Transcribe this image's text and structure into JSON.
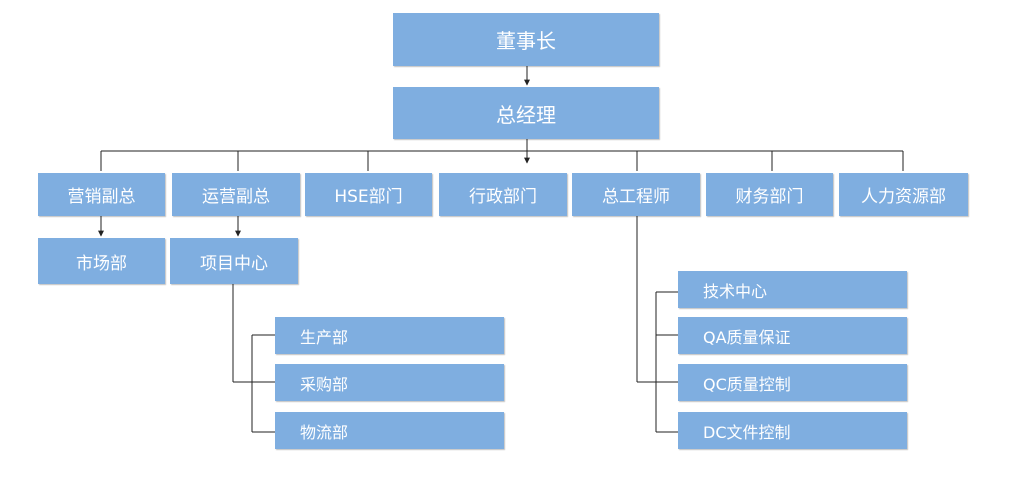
{
  "colors": {
    "box_fill": "#7faee0",
    "box_text": "#ffffff",
    "connector": "#222222"
  },
  "nodes": {
    "chairman": "董事长",
    "general_manager": "总经理",
    "marketing_vp": "营销副总",
    "operations_vp": "运营副总",
    "hse_dept": "HSE部门",
    "admin_dept": "行政部门",
    "chief_engineer": "总工程师",
    "finance_dept": "财务部门",
    "hr_dept": "人力资源部",
    "market_dept": "市场部",
    "project_center": "项目中心",
    "production_dept": "生产部",
    "purchasing_dept": "采购部",
    "logistics_dept": "物流部",
    "tech_center": "技术中心",
    "qa": "QA质量保证",
    "qc": "QC质量控制",
    "dc": "DC文件控制"
  }
}
